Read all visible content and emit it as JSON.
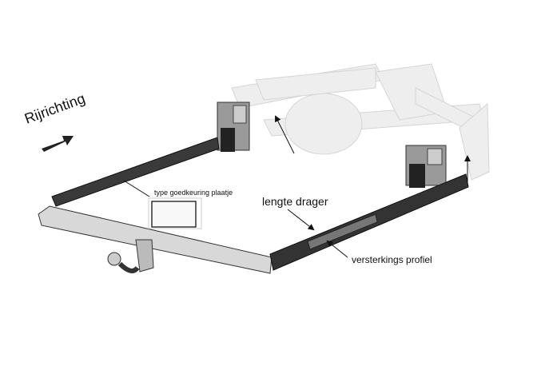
{
  "labels": {
    "direction": "Rijrichting",
    "plate": "type goedkeuring plaatje",
    "length": "lengte drager",
    "profile": "versterkings profiel"
  }
}
